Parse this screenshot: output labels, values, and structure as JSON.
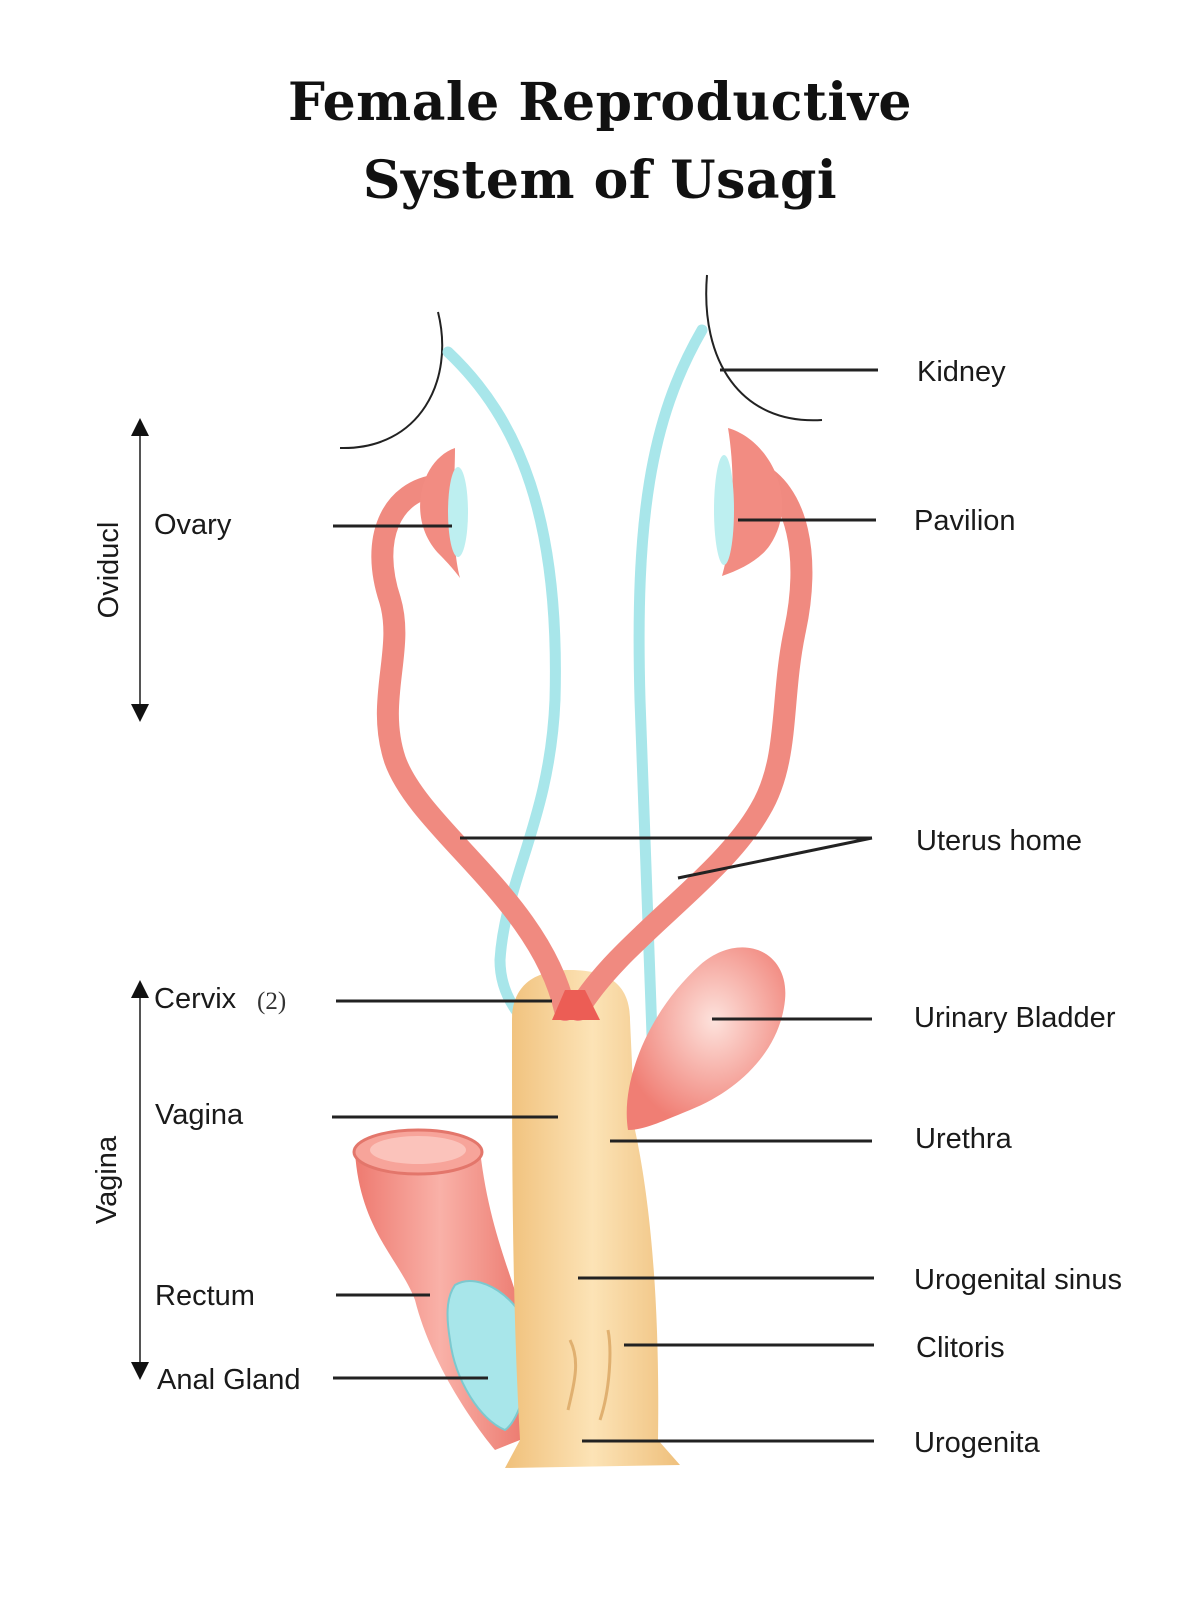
{
  "title": {
    "line1": "Female Reproductive",
    "line2": "System of Usagi"
  },
  "brackets": {
    "oviduct": "Oviducl",
    "vagina": "Vagina"
  },
  "labels_left": {
    "ovary": "Ovary",
    "cervix": "Cervix",
    "cervix_note": "(2)",
    "vagina": "Vagina",
    "rectum": "Rectum",
    "anal_gland": "Anal Gland"
  },
  "labels_right": {
    "kidney": "Kidney",
    "pavilion": "Pavilion",
    "uterus": "Uterus home",
    "bladder": "Urinary Bladder",
    "urethra": "Urethra",
    "urogenital_sinus": "Urogenital sinus",
    "clitoris": "Clitoris",
    "urogenita": "Urogenita"
  },
  "colors": {
    "oviduct": "#f08a80",
    "ureter": "#a8e6ea",
    "vagina": "#f7d49a",
    "outline": "#222222"
  }
}
